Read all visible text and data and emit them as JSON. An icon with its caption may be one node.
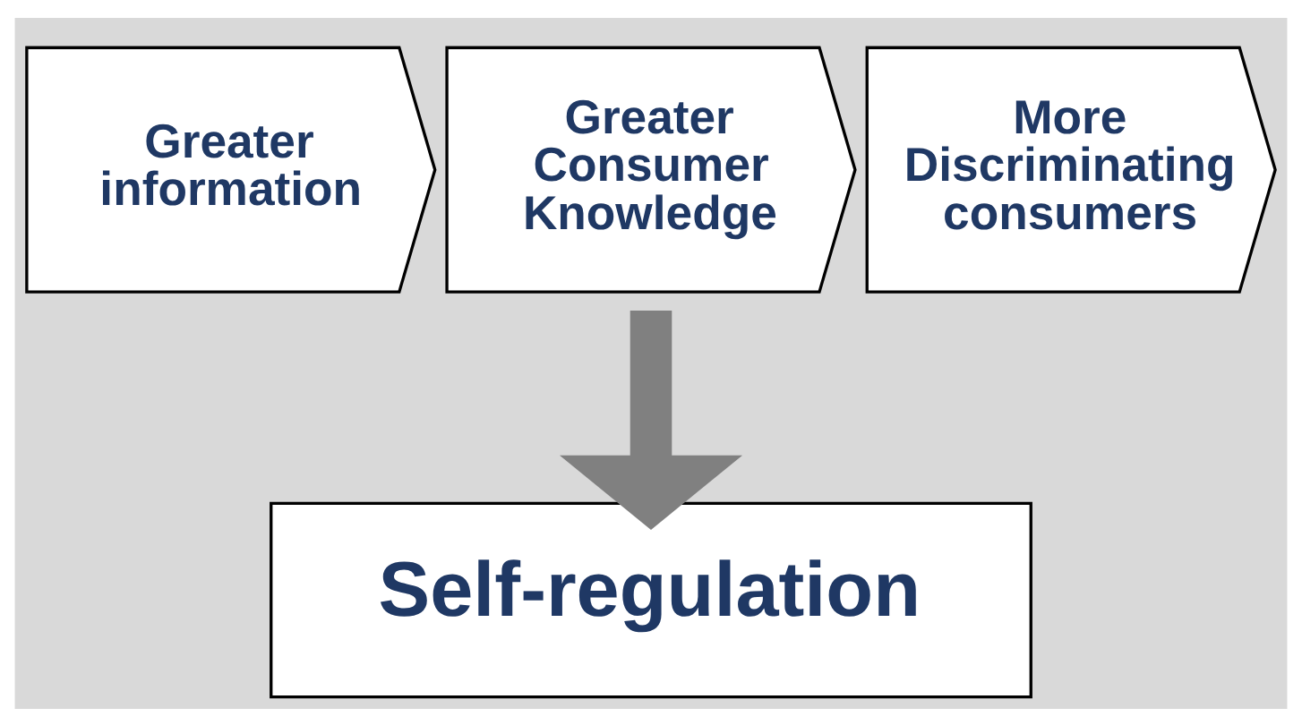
{
  "diagram": {
    "nodes": [
      {
        "text": [
          "Greater information"
        ]
      },
      {
        "text": [
          "Greater Consumer Knowledge"
        ]
      },
      {
        "text": [
          "More Discriminating consumers"
        ]
      },
      {
        "text": [
          "Self-regulation"
        ]
      }
    ],
    "edges": [
      {
        "from": 1,
        "to": 3,
        "arrow": "to"
      }
    ]
  }
}
